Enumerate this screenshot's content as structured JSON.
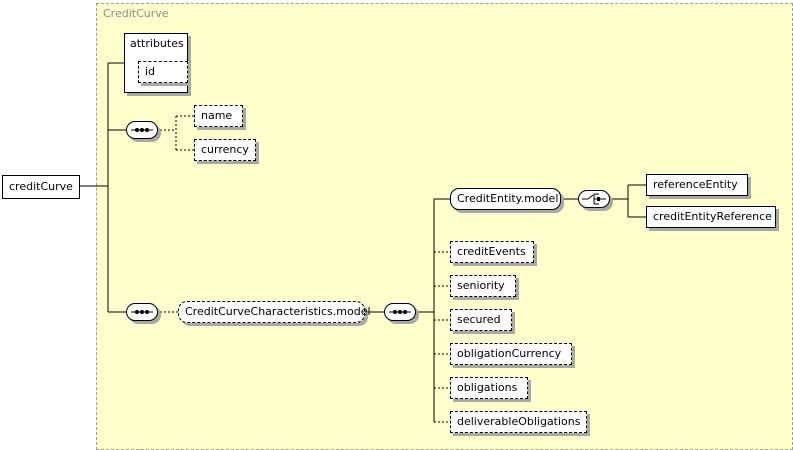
{
  "diagram": {
    "region_title": "CreditCurve",
    "root": "creditCurve",
    "attributes": {
      "title": "attributes",
      "items": [
        "id"
      ]
    },
    "sequence1": [
      "name",
      "currency"
    ],
    "characteristics_model": "CreditCurveCharacteristics.model",
    "credit_entity_model": "CreditEntity.model",
    "choice_items": [
      "referenceEntity",
      "creditEntityReference"
    ],
    "characteristics_items": [
      "creditEvents",
      "seniority",
      "secured",
      "obligationCurrency",
      "obligations",
      "deliverableObligations"
    ]
  }
}
